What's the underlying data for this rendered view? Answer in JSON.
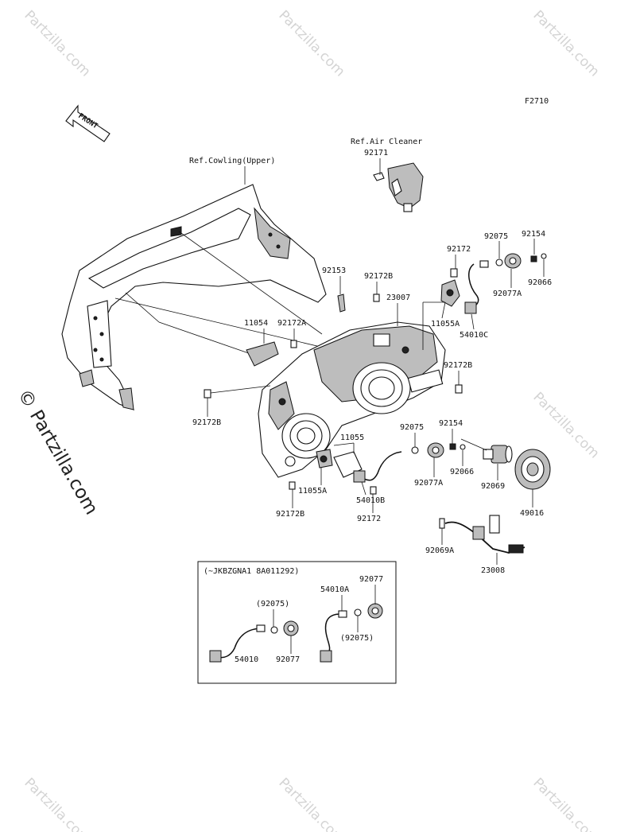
{
  "figure_code": "F2710",
  "front_arrow_label": "FRONT",
  "references": {
    "air_cleaner": "Ref.Air Cleaner",
    "cowling_upper": "Ref.Cowling(Upper)"
  },
  "part_labels": {
    "p92171": "92171",
    "p92075_top": "92075",
    "p92154_top": "92154",
    "p92172_top": "92172",
    "p92066_top": "92066",
    "p92077A_top": "92077A",
    "p92153": "92153",
    "p92172B_top": "92172B",
    "p23007": "23007",
    "p11055A_top": "11055A",
    "p54010C": "54010C",
    "p11054": "11054",
    "p92172A": "92172A",
    "p92172B_right": "92172B",
    "p92172B_left": "92172B",
    "p92075_mid": "92075",
    "p92154_mid": "92154",
    "p11055": "11055",
    "p92077A_mid": "92077A",
    "p92066_mid": "92066",
    "p92069": "92069",
    "p49016": "49016",
    "p11055A_bottom": "11055A",
    "p54010B": "54010B",
    "p92172B_bottom": "92172B",
    "p92172_bottom": "92172",
    "p92069A": "92069A",
    "p23008": "23008"
  },
  "inset": {
    "header": "(~JKBZGNA1 8A011292)",
    "labels": {
      "p92077_right": "92077",
      "p54010A": "54010A",
      "p92075_paren_left": "(92075)",
      "p92075_paren_right": "(92075)",
      "p54010": "54010",
      "p92077_left": "92077"
    }
  },
  "watermark": {
    "text": "Partzilla.com",
    "side_text": "© Partzilla.com"
  }
}
